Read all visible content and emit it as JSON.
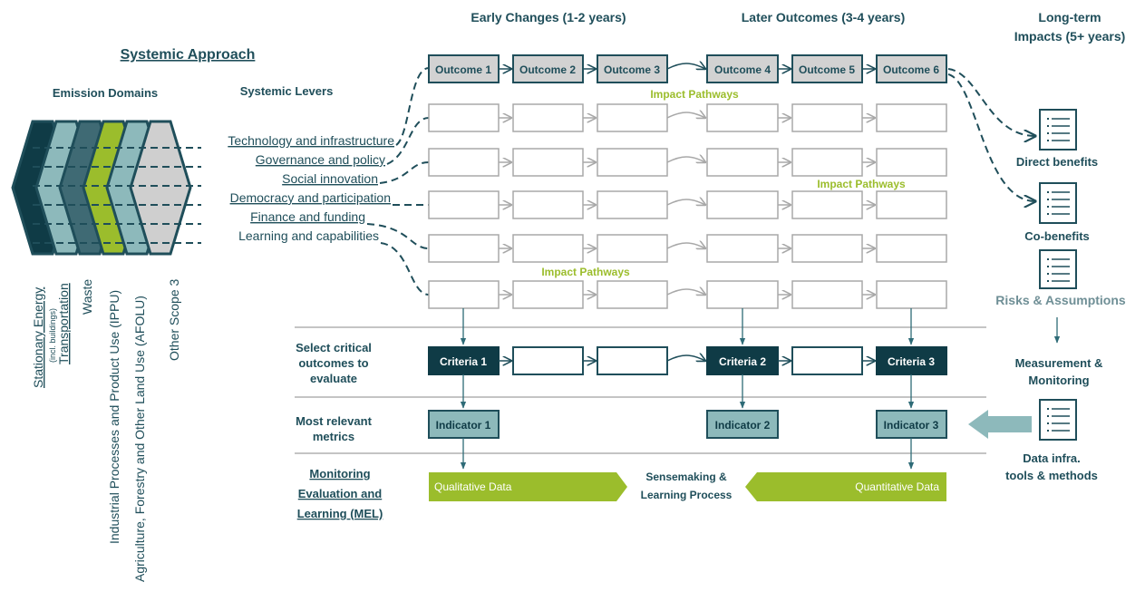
{
  "title": "Systemic Approach",
  "headers": {
    "early": "Early Changes (1-2 years)",
    "later": "Later Outcomes (3-4 years)",
    "longterm_1": "Long-term",
    "longterm_2": "Impacts (5+ years)"
  },
  "domains": {
    "heading": "Emission Domains",
    "colors": [
      "#0f3b46",
      "#8db9bb",
      "#3f6a74",
      "#9bbd2c",
      "#8db9bb",
      "#cfcfcf"
    ],
    "items": [
      {
        "label": "Stationary Energy",
        "sub": "(incl. buildings)"
      },
      {
        "label": "Transportation"
      },
      {
        "label": "Waste"
      },
      {
        "label": "Industrial Processes and Product Use (IPPU)"
      },
      {
        "label": "Agriculture, Forestry and Other Land Use (AFOLU)"
      },
      {
        "label": "Other Scope 3"
      }
    ]
  },
  "levers": {
    "heading": "Systemic Levers",
    "items": [
      "Technology and infrastructure",
      "Governance and policy",
      "Social innovation",
      "Democracy and participation",
      "Finance and funding",
      "Learning and capabilities"
    ]
  },
  "outcomes": [
    "Outcome 1",
    "Outcome 2",
    "Outcome 3",
    "Outcome 4",
    "Outcome 5",
    "Outcome 6"
  ],
  "pathway_label": "Impact Pathways",
  "rows": {
    "select_1": "Select critical",
    "select_2": "outcomes to",
    "select_3": "evaluate",
    "metrics_1": "Most relevant",
    "metrics_2": "metrics",
    "mel_1": "Monitoring",
    "mel_2": "Evaluation and",
    "mel_3": "Learning (MEL)"
  },
  "criteria": [
    "Criteria 1",
    "Criteria 2",
    "Criteria 3"
  ],
  "indicators": [
    "Indicator 1",
    "Indicator 2",
    "Indicator 3"
  ],
  "data": {
    "qualitative": "Qualitative Data",
    "quantitative": "Quantitative Data",
    "sense_1": "Sensemaking &",
    "sense_2": "Learning Process"
  },
  "impacts": {
    "direct": "Direct benefits",
    "co": "Co-benefits",
    "risks": "Risks & Assumptions",
    "measure_1": "Measurement &",
    "measure_2": "Monitoring",
    "infra_1": "Data infra.",
    "infra_2": "tools & methods"
  }
}
